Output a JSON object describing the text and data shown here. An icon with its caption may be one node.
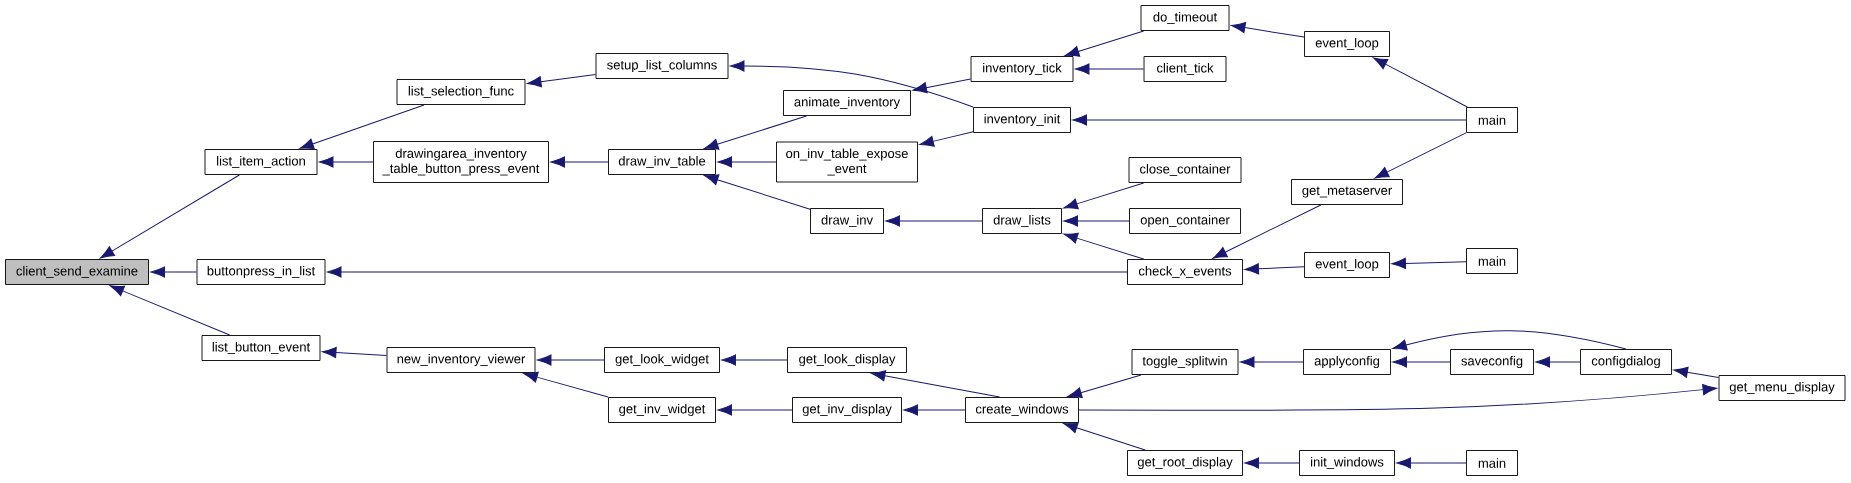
{
  "diagram": {
    "nodes": [
      {
        "text": [
          "client_send_examine"
        ]
      },
      {
        "text": [
          "list_item_action"
        ]
      },
      {
        "text": [
          "buttonpress_in_list"
        ]
      },
      {
        "text": [
          "list_button_event"
        ]
      },
      {
        "text": [
          "list_selection_func"
        ]
      },
      {
        "text": [
          "drawingarea_inventory _table_button_press_event"
        ]
      },
      {
        "text": [
          "new_inventory_viewer"
        ]
      },
      {
        "text": [
          "setup_list_columns"
        ]
      },
      {
        "text": [
          "draw_inv_table"
        ]
      },
      {
        "text": [
          "get_look_widget"
        ]
      },
      {
        "text": [
          "get_inv_widget"
        ]
      },
      {
        "text": [
          "animate_inventory"
        ]
      },
      {
        "text": [
          "on_inv_table_expose _event"
        ]
      },
      {
        "text": [
          "draw_inv"
        ]
      },
      {
        "text": [
          "get_look_display"
        ]
      },
      {
        "text": [
          "get_inv_display"
        ]
      },
      {
        "text": [
          "inventory_tick"
        ]
      },
      {
        "text": [
          "inventory_init"
        ]
      },
      {
        "text": [
          "draw_lists"
        ]
      },
      {
        "text": [
          "create_windows"
        ]
      },
      {
        "text": [
          "do_timeout"
        ]
      },
      {
        "text": [
          "client_tick"
        ]
      },
      {
        "text": [
          "close_container"
        ]
      },
      {
        "text": [
          "open_container"
        ]
      },
      {
        "text": [
          "check_x_events"
        ]
      },
      {
        "text": [
          "toggle_splitwin"
        ]
      },
      {
        "text": [
          "get_root_display"
        ]
      },
      {
        "text": [
          "event_loop"
        ]
      },
      {
        "text": [
          "get_metaserver"
        ]
      },
      {
        "text": [
          "event_loop"
        ]
      },
      {
        "text": [
          "applyconfig"
        ]
      },
      {
        "text": [
          "init_windows"
        ]
      },
      {
        "text": [
          "main"
        ]
      },
      {
        "text": [
          "main"
        ]
      },
      {
        "text": [
          "saveconfig"
        ]
      },
      {
        "text": [
          "main"
        ]
      },
      {
        "text": [
          "configdialog"
        ]
      },
      {
        "text": [
          "get_menu_display"
        ]
      }
    ],
    "edges": [
      {
        "from": 1,
        "to": 0,
        "arrow": "to"
      },
      {
        "from": 2,
        "to": 0,
        "arrow": "to"
      },
      {
        "from": 3,
        "to": 0,
        "arrow": "to"
      },
      {
        "from": 4,
        "to": 1,
        "arrow": "to"
      },
      {
        "from": 5,
        "to": 1,
        "arrow": "to"
      },
      {
        "from": 6,
        "to": 3,
        "arrow": "to"
      },
      {
        "from": 7,
        "to": 4,
        "arrow": "to"
      },
      {
        "from": 8,
        "to": 5,
        "arrow": "to"
      },
      {
        "from": 9,
        "to": 6,
        "arrow": "to"
      },
      {
        "from": 10,
        "to": 6,
        "arrow": "to"
      },
      {
        "from": 11,
        "to": 8,
        "arrow": "to"
      },
      {
        "from": 12,
        "to": 8,
        "arrow": "to"
      },
      {
        "from": 13,
        "to": 8,
        "arrow": "to"
      },
      {
        "from": 14,
        "to": 9,
        "arrow": "to"
      },
      {
        "from": 15,
        "to": 10,
        "arrow": "to"
      },
      {
        "from": 16,
        "to": 11,
        "arrow": "to"
      },
      {
        "from": 17,
        "to": 12,
        "arrow": "to"
      },
      {
        "from": 17,
        "to": 7,
        "arrow": "to"
      },
      {
        "from": 18,
        "to": 13,
        "arrow": "to"
      },
      {
        "from": 19,
        "to": 14,
        "arrow": "to"
      },
      {
        "from": 19,
        "to": 15,
        "arrow": "to"
      },
      {
        "from": 20,
        "to": 16,
        "arrow": "to"
      },
      {
        "from": 21,
        "to": 16,
        "arrow": "to"
      },
      {
        "from": 22,
        "to": 18,
        "arrow": "to"
      },
      {
        "from": 23,
        "to": 18,
        "arrow": "to"
      },
      {
        "from": 24,
        "to": 18,
        "arrow": "to"
      },
      {
        "from": 24,
        "to": 2,
        "arrow": "to"
      },
      {
        "from": 25,
        "to": 19,
        "arrow": "to"
      },
      {
        "from": 26,
        "to": 19,
        "arrow": "to"
      },
      {
        "from": 19,
        "to": 37,
        "arrow": "to"
      },
      {
        "from": 27,
        "to": 20,
        "arrow": "to"
      },
      {
        "from": 28,
        "to": 24,
        "arrow": "to"
      },
      {
        "from": 29,
        "to": 24,
        "arrow": "to"
      },
      {
        "from": 30,
        "to": 25,
        "arrow": "to"
      },
      {
        "from": 31,
        "to": 26,
        "arrow": "to"
      },
      {
        "from": 32,
        "to": 27,
        "arrow": "to"
      },
      {
        "from": 32,
        "to": 17,
        "arrow": "to"
      },
      {
        "from": 32,
        "to": 28,
        "arrow": "to"
      },
      {
        "from": 33,
        "to": 29,
        "arrow": "to"
      },
      {
        "from": 34,
        "to": 30,
        "arrow": "to"
      },
      {
        "from": 36,
        "to": 30,
        "arrow": "to"
      },
      {
        "from": 35,
        "to": 31,
        "arrow": "to"
      },
      {
        "from": 36,
        "to": 34,
        "arrow": "to"
      },
      {
        "from": 37,
        "to": 36,
        "arrow": "to"
      }
    ]
  }
}
